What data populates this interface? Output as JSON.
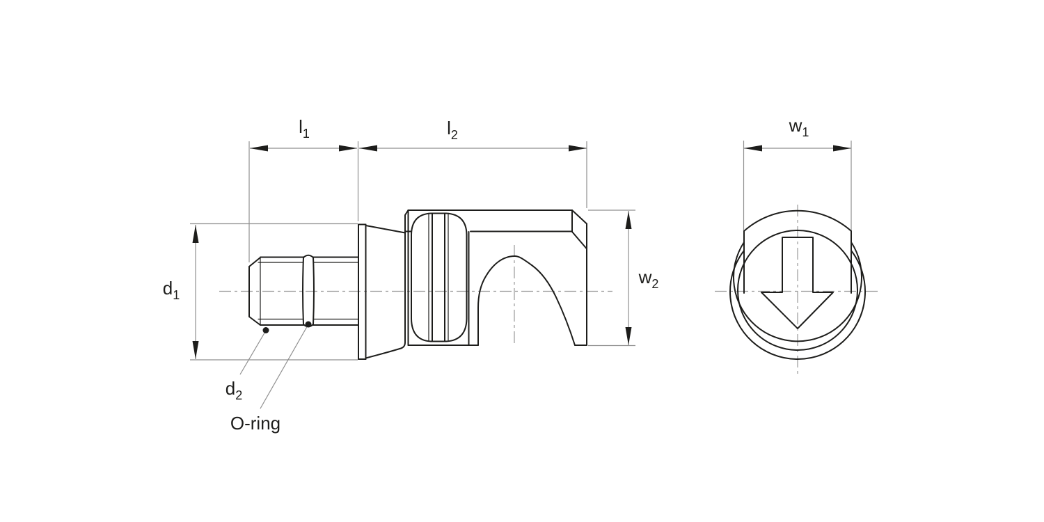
{
  "drawing": {
    "kind": "engineering-drawing",
    "views": [
      "side-view",
      "front-view"
    ],
    "dimension_labels": [
      "l1",
      "l2",
      "w1",
      "w2",
      "d1",
      "d2"
    ],
    "annotation_labels": [
      "O-ring"
    ]
  },
  "labels": {
    "l1": {
      "base": "l",
      "sub": "1"
    },
    "l2": {
      "base": "l",
      "sub": "2"
    },
    "w1": {
      "base": "w",
      "sub": "1"
    },
    "w2": {
      "base": "w",
      "sub": "2"
    },
    "d1": {
      "base": "d",
      "sub": "1"
    },
    "d2": {
      "base": "d",
      "sub": "2"
    },
    "oring": {
      "text": "O-ring"
    }
  },
  "colors": {
    "edge": "#1d1d1b",
    "dimension": "#8f8f8f",
    "centerline": "#9a9a9a",
    "background": "#ffffff"
  }
}
